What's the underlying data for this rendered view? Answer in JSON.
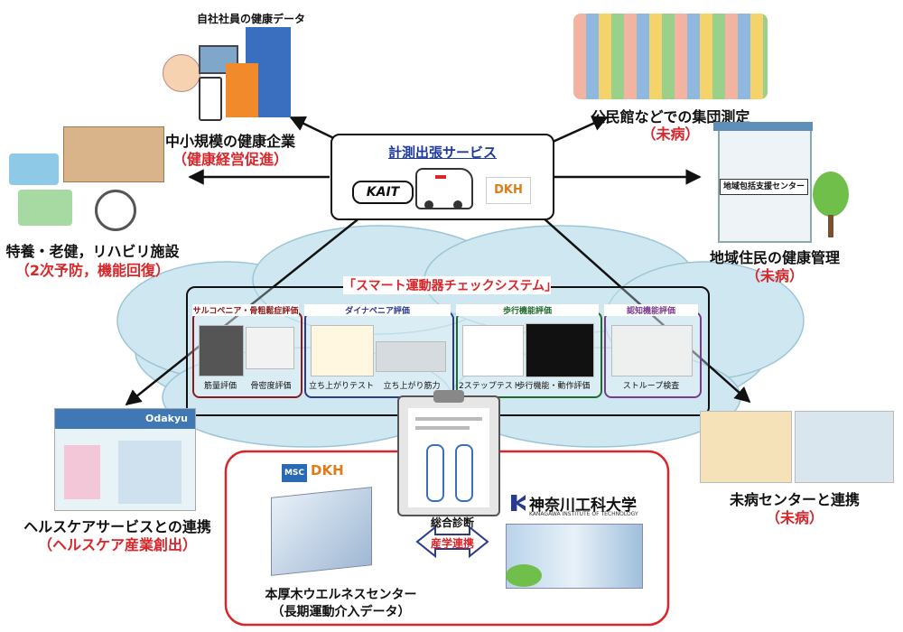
{
  "company": {
    "caption": "自社社員の健康データ",
    "label": "中小規模の健康企業",
    "sub": "（健康経営促進）"
  },
  "community_hall": {
    "label": "公民館などでの集団測定",
    "sub": "（未病）"
  },
  "care_facility": {
    "label": "特養・老健，リハビリ施設",
    "sub": "（2次予防，機能回復）"
  },
  "regional": {
    "sign": "地域包括支援センター",
    "label": "地域住民の健康管理",
    "sub": "（未病）"
  },
  "center": {
    "title": "計測出張サービス",
    "logo1": "KAIT",
    "logo2": "DKH"
  },
  "system": {
    "title": "「スマート運動器チェックシステム」",
    "categories": [
      {
        "title": "サルコペニア・骨粗鬆症評価",
        "items": [
          "筋量評価",
          "骨密度評価"
        ]
      },
      {
        "title": "ダイナペニア評価",
        "items": [
          "立ち上がりテスト",
          "立ち上がり筋力"
        ]
      },
      {
        "title": "歩行機能評価",
        "items": [
          "2ステップテスト",
          "歩行機能・動作評価"
        ]
      },
      {
        "title": "認知機能評価",
        "items": [
          "ストループ検査"
        ]
      }
    ]
  },
  "healthcare": {
    "shop_sign": "Odakyu",
    "label": "ヘルスケアサービスとの連携",
    "sub": "（ヘルスケア産業創出）"
  },
  "mibyo_center": {
    "label": "未病センターと連携",
    "sub": "（未病）"
  },
  "bottom": {
    "diagnosis": "総合診断",
    "collab": "産学連携",
    "wellness_logo_msc": "MSC",
    "wellness_logo_dkh": "DKH",
    "wellness_label": "本厚木ウエルネスセンター",
    "wellness_sub": "（長期運動介入データ）",
    "univ_name": "神奈川工科大学",
    "univ_en": "KANAGAWA INSTITUTE OF TECHNOLOGY"
  },
  "colors": {
    "accent_red": "#d8262b",
    "cat1": "#8b1a1a",
    "cat2": "#2a3a8c",
    "cat3": "#1f6b2e",
    "cat4": "#7b3b8c",
    "cloud": "#cfe7f0"
  }
}
